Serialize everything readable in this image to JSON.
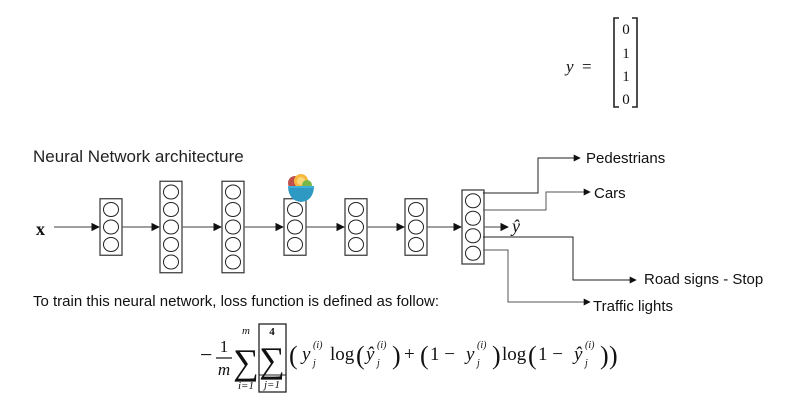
{
  "label_vector": {
    "lhs": "y",
    "equals": "=",
    "values": [
      "0",
      "1",
      "1",
      "0"
    ]
  },
  "section_title": "Neural Network architecture",
  "network": {
    "input_label": "x",
    "output_label": "ŷ",
    "layers": [
      {
        "name": "hidden-1",
        "units": 3
      },
      {
        "name": "hidden-2",
        "units": 5
      },
      {
        "name": "hidden-3",
        "units": 5
      },
      {
        "name": "hidden-4",
        "units": 3
      },
      {
        "name": "hidden-5",
        "units": 3
      },
      {
        "name": "hidden-6",
        "units": 3
      },
      {
        "name": "output",
        "units": 4
      }
    ],
    "outputs": [
      {
        "label": "Pedestrians"
      },
      {
        "label": "Cars"
      },
      {
        "label": "Road signs - Stop"
      },
      {
        "label": "Traffic lights"
      }
    ],
    "overlay_icon": "fruit-bowl-icon"
  },
  "loss": {
    "intro": "To train this neural network, loss function is defined as follow:",
    "neg": "−",
    "frac_num": "1",
    "frac_den": "m",
    "outer_sum": {
      "upper": "m",
      "lower": "i=1"
    },
    "inner_sum": {
      "upper": "4",
      "lower": "j=1"
    },
    "sigma": "∑",
    "body": {
      "open": "(",
      "y": "y",
      "sub_j": "j",
      "sup_i": "(i)",
      "log": "log",
      "yhat": "ŷ",
      "plus": "+",
      "one_minus": "1 −",
      "close": ")"
    }
  }
}
